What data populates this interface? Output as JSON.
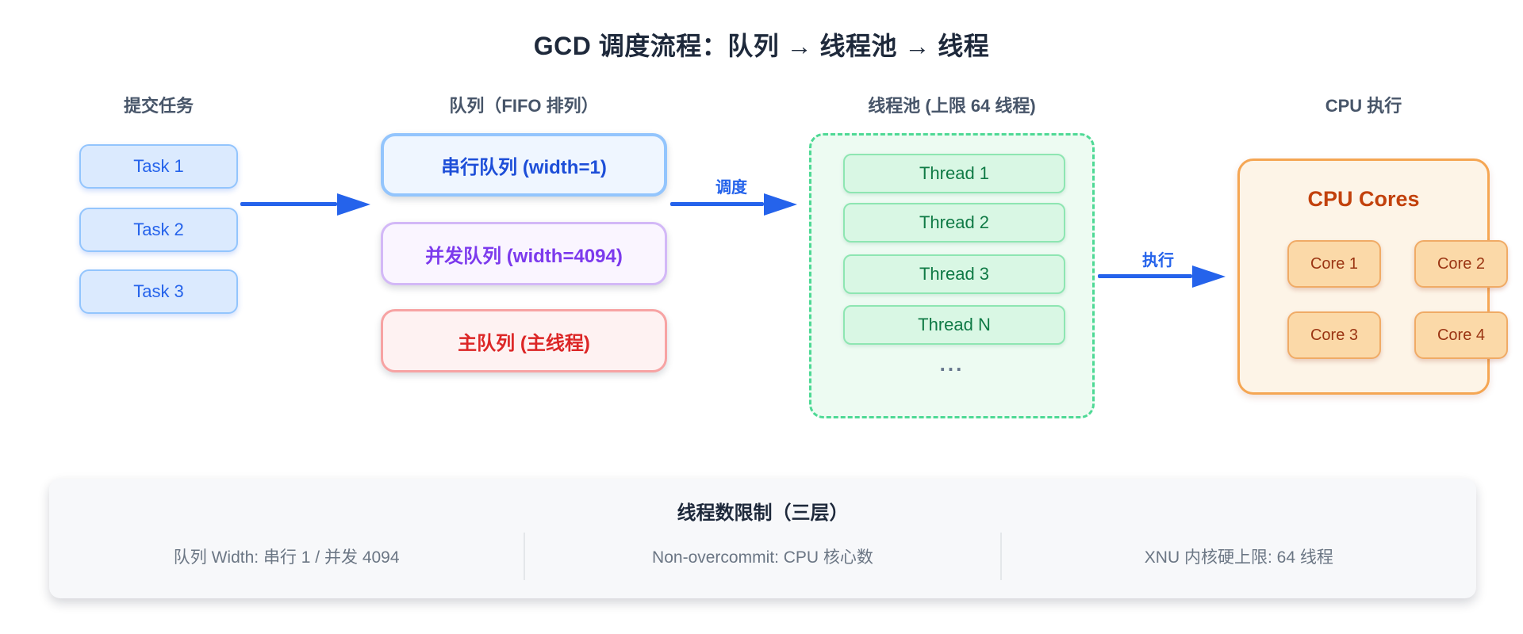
{
  "diagram": {
    "title": "GCD 调度流程：队列 → 线程池 → 线程"
  },
  "columns": {
    "submit": {
      "header": "提交任务",
      "tasks": [
        {
          "label": "Task 1"
        },
        {
          "label": "Task 2"
        },
        {
          "label": "Task 3"
        }
      ]
    },
    "queues": {
      "header": "队列（FIFO 排列）",
      "serial": {
        "label": "串行队列 (width=1)"
      },
      "concurrent": {
        "label": "并发队列 (width=4094)"
      },
      "main": {
        "label": "主队列 (主线程)"
      }
    },
    "pool": {
      "header": "线程池 (上限 64 线程)",
      "threads": [
        {
          "label": "Thread 1"
        },
        {
          "label": "Thread 2"
        },
        {
          "label": "Thread 3"
        },
        {
          "label": "Thread N"
        }
      ],
      "ellipsis": "..."
    },
    "cpu": {
      "header": "CPU 执行",
      "box_title": "CPU Cores",
      "cores": [
        {
          "label": "Core 1"
        },
        {
          "label": "Core 2"
        },
        {
          "label": "Core 3"
        },
        {
          "label": "Core 4"
        }
      ]
    }
  },
  "arrows": {
    "schedule": {
      "label": "调度"
    },
    "execute": {
      "label": "执行"
    }
  },
  "footer": {
    "title": "线程数限制（三层）",
    "items": [
      {
        "label": "队列 Width: 串行 1 / 并发 4094"
      },
      {
        "label": "Non-overcommit: CPU 核心数"
      },
      {
        "label": "XNU 内核硬上限: 64 线程"
      }
    ]
  },
  "colors": {
    "accent_blue": "#2563eb",
    "task_fill": "#dbeafe",
    "serial_text": "#1d4ed8",
    "concurrent_text": "#7c3aed",
    "main_queue_text": "#dc2626",
    "pool_border": "#4ed995",
    "thread_text": "#0f7a45",
    "cpu_title_text": "#c2410c",
    "core_fill": "#fbd9a8",
    "header_text": "#475569",
    "footer_fill": "#f7f8fa"
  }
}
